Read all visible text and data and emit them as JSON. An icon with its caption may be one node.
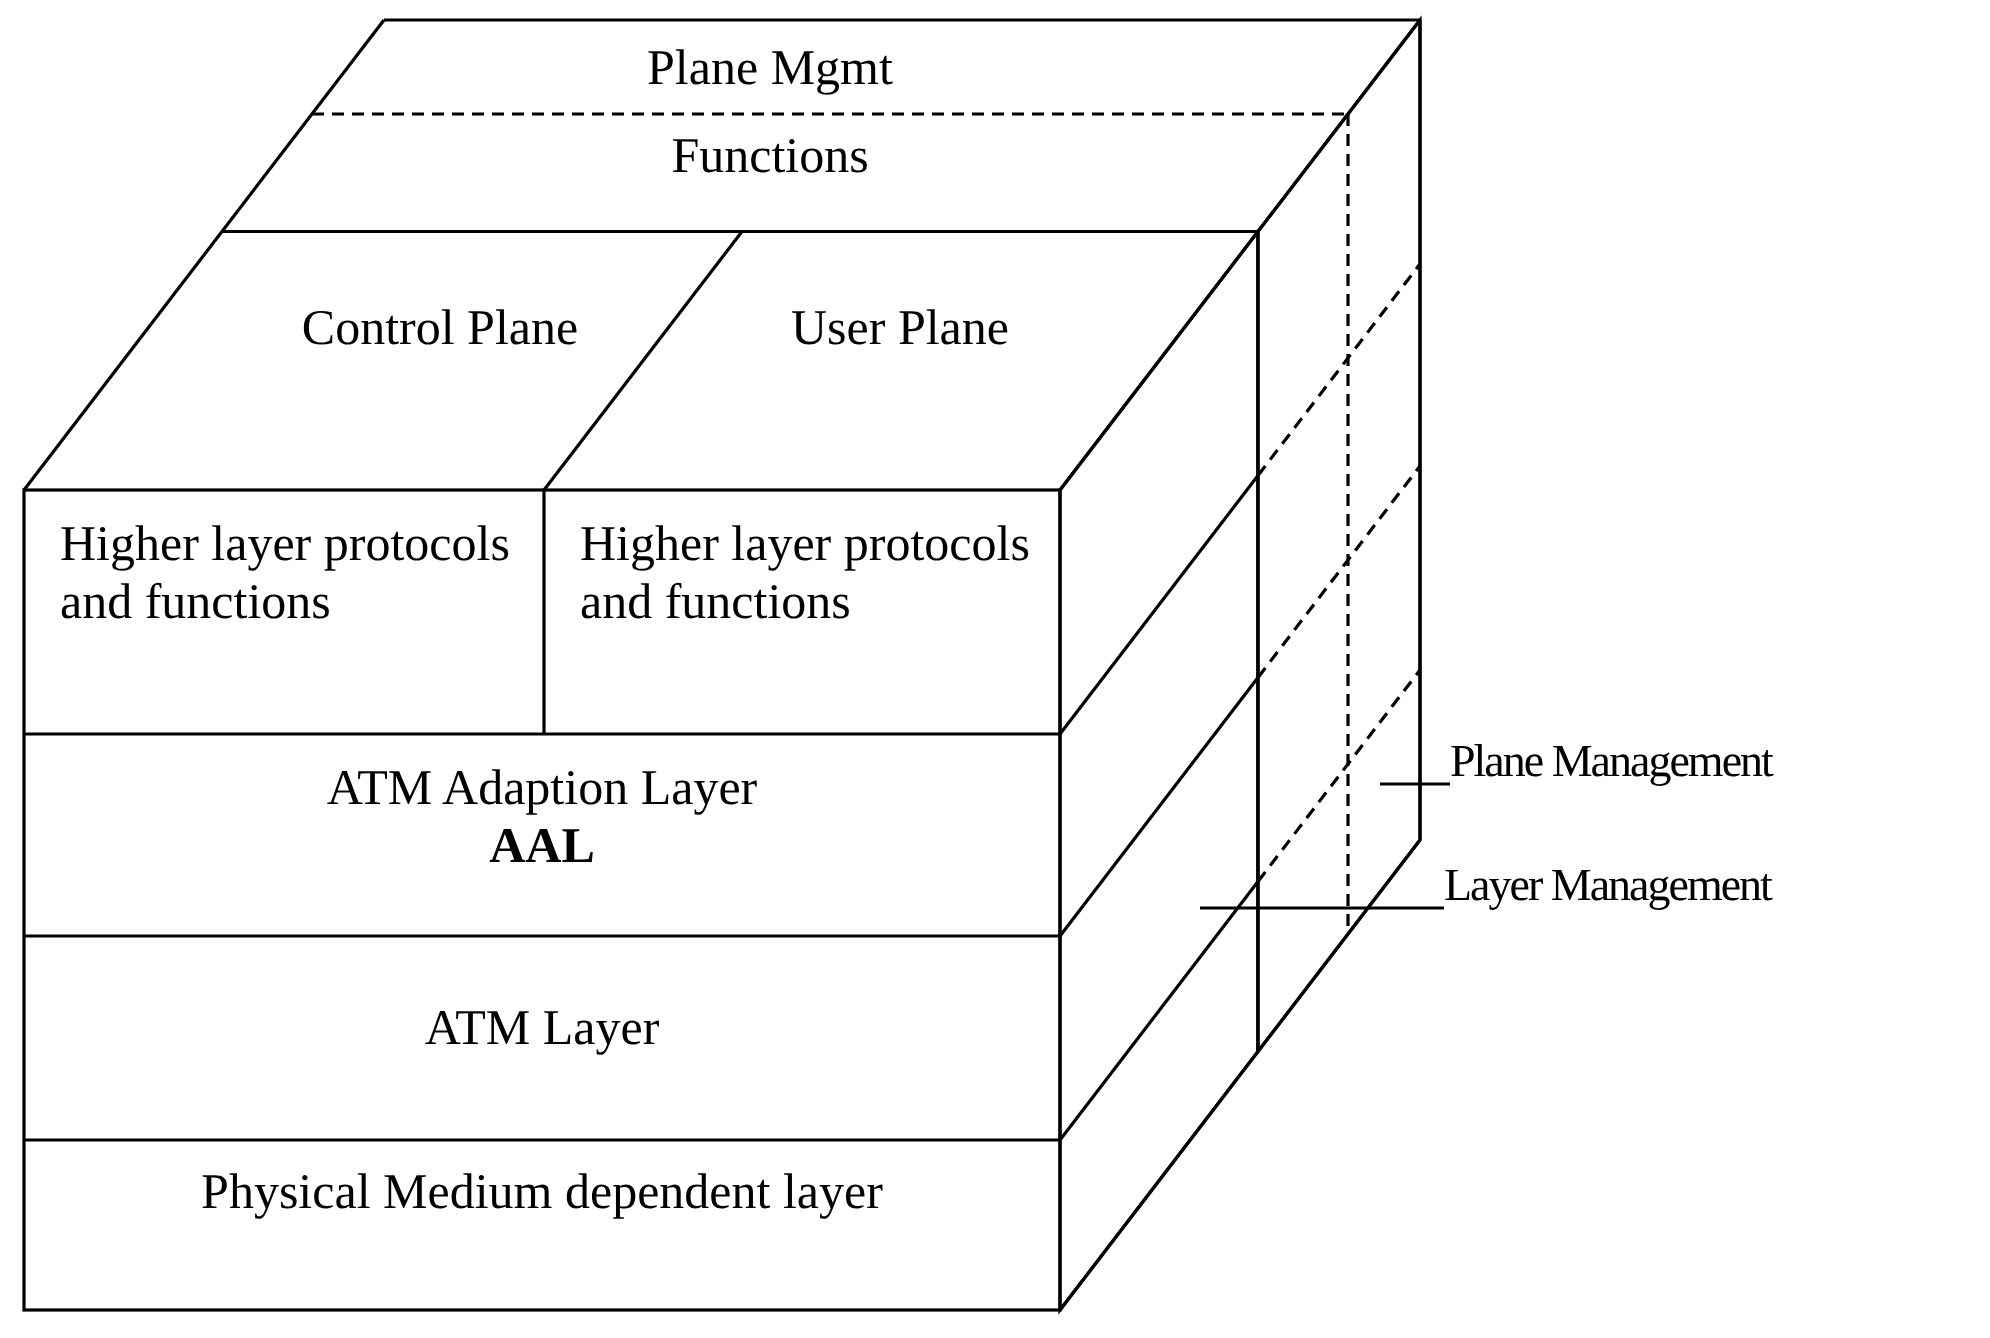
{
  "diagram": {
    "nodes": [
      {
        "text": [
          "Plane Mgmt Functions"
        ]
      },
      {
        "text": [
          "Control Plane"
        ]
      },
      {
        "text": [
          "User Plane"
        ]
      },
      {
        "text": [
          "Higher layer protocols and functions"
        ]
      },
      {
        "text": [
          "Higher layer protocols and functions"
        ]
      },
      {
        "text": [
          "ATM Adaption Layer",
          "AAL"
        ]
      },
      {
        "text": [
          "ATM Layer"
        ]
      },
      {
        "text": [
          "Physical Medium dependent layer"
        ]
      },
      {
        "text": [
          "Plane Management"
        ]
      },
      {
        "text": [
          "Layer Management"
        ]
      },
      {
        "text": [],
        "shape": "box"
      },
      {
        "text": [],
        "shape": "box"
      }
    ],
    "edges": [
      {
        "from": 8,
        "to": 11,
        "arrow": "none"
      },
      {
        "from": 9,
        "to": 10,
        "arrow": "none"
      }
    ]
  }
}
